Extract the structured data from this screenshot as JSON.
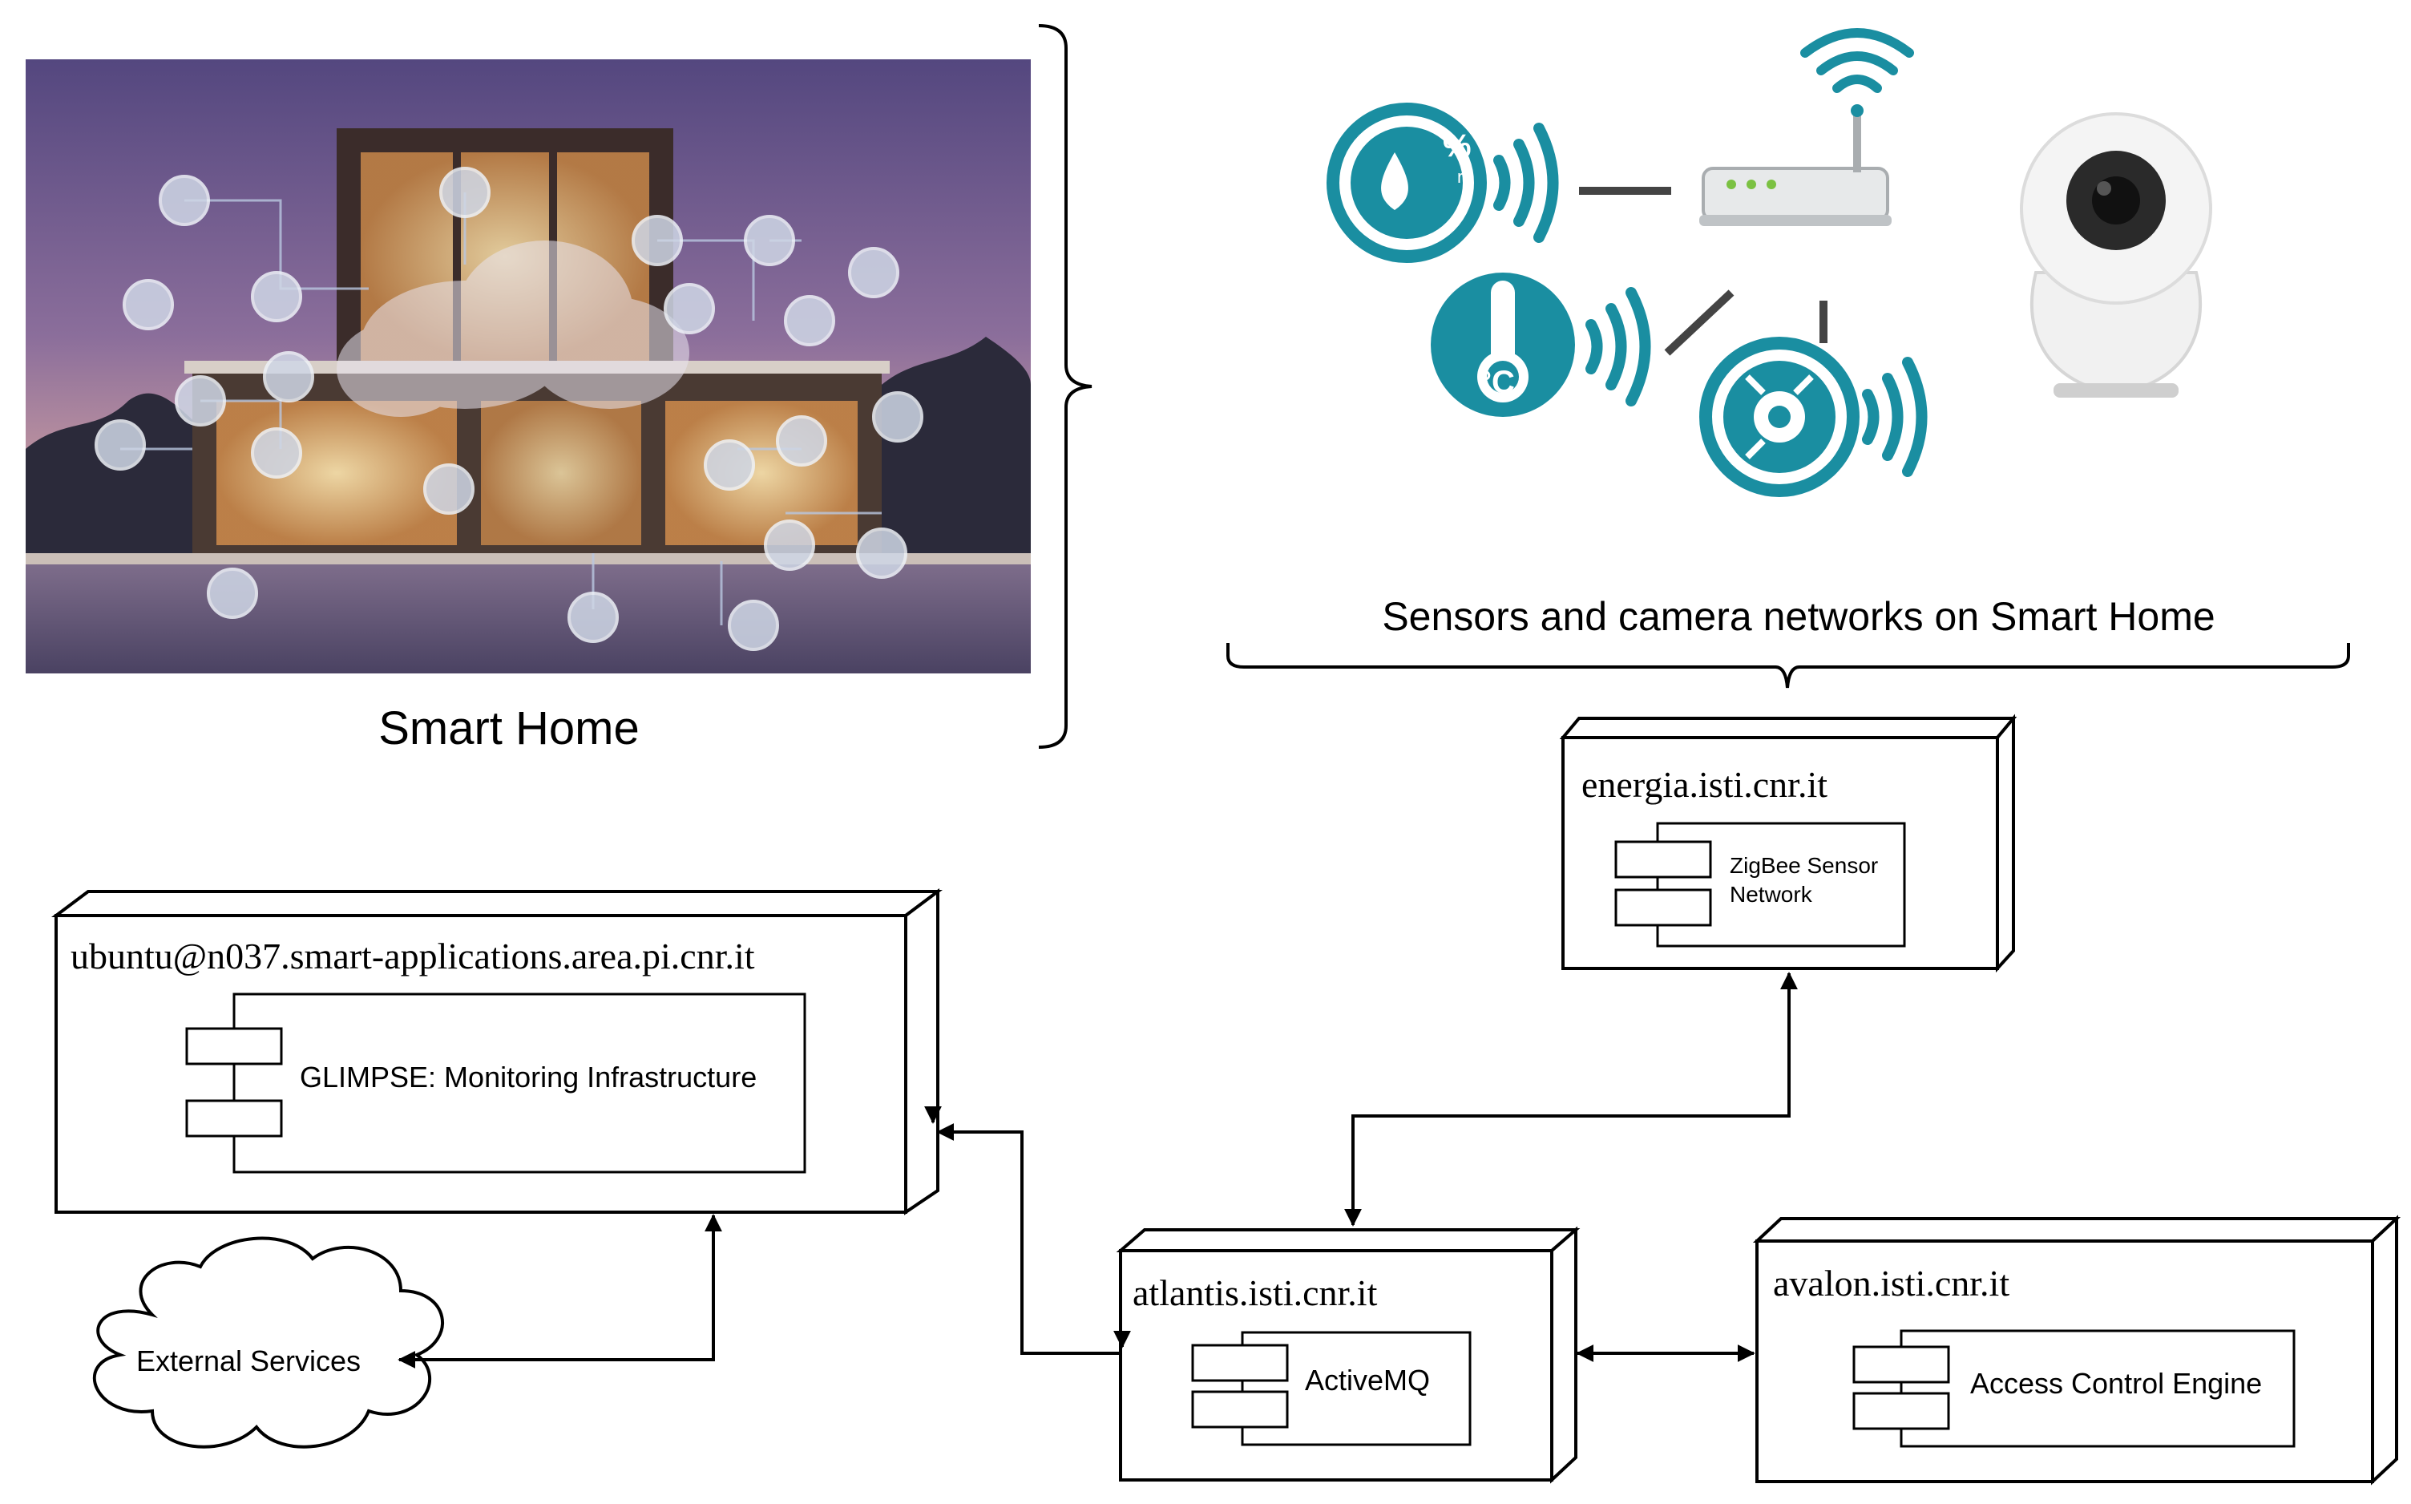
{
  "smart_home": {
    "label": "Smart Home"
  },
  "sensors": {
    "caption": "Sensors and camera networks on Smart Home"
  },
  "nodes": {
    "energia": {
      "host": "energia.isti.cnr.it",
      "component": [
        "ZigBee Sensor",
        "Network"
      ]
    },
    "ubuntu": {
      "host": "ubuntu@n037.smart-applications.area.pi.cnr.it",
      "component": "GLIMPSE: Monitoring Infrastructure"
    },
    "atlantis": {
      "host": "atlantis.isti.cnr.it",
      "component": "ActiveMQ"
    },
    "avalon": {
      "host": "avalon.isti.cnr.it",
      "component": "Access Control Engine"
    }
  },
  "external": {
    "label": "External Services"
  },
  "colors": {
    "teal": "#1a8ea1",
    "sky_top": "#5b4f8a",
    "sky_bottom": "#b58aa6",
    "stroke": "#000000"
  }
}
